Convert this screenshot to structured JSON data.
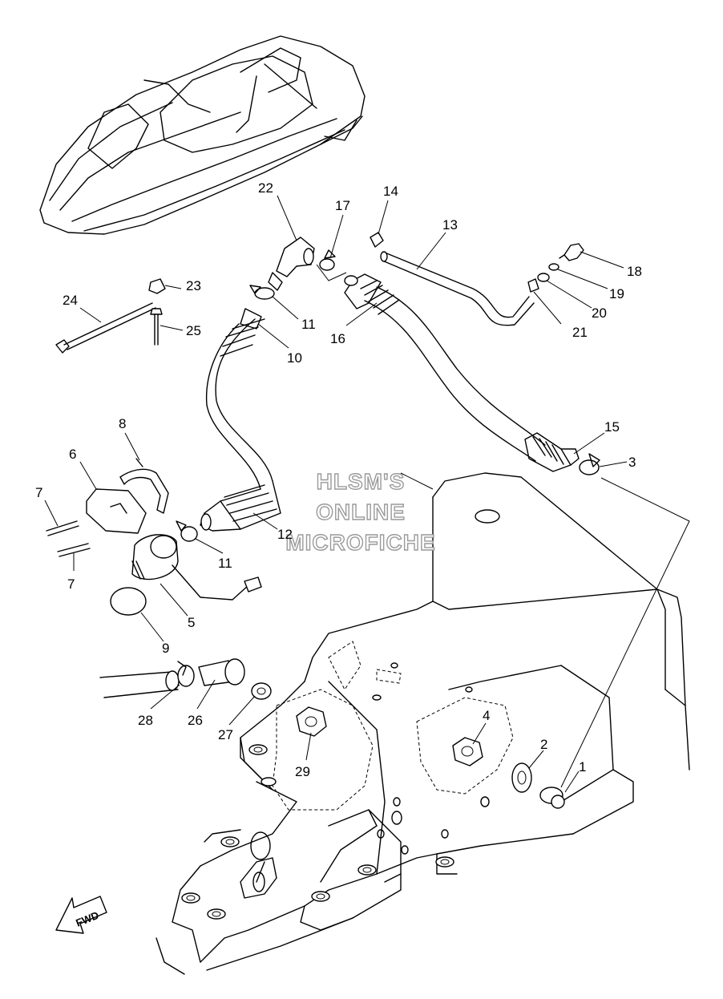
{
  "watermark": {
    "line1": "HLSM'S",
    "line2": "ONLINE",
    "line3": "MICROFICHE"
  },
  "direction_label": "FWD",
  "callouts": [
    "1",
    "2",
    "3",
    "4",
    "5",
    "6",
    "7",
    "7",
    "8",
    "9",
    "10",
    "11",
    "11",
    "12",
    "13",
    "14",
    "15",
    "16",
    "17",
    "18",
    "19",
    "20",
    "21",
    "22",
    "23",
    "24",
    "25",
    "26",
    "27",
    "28",
    "29"
  ]
}
